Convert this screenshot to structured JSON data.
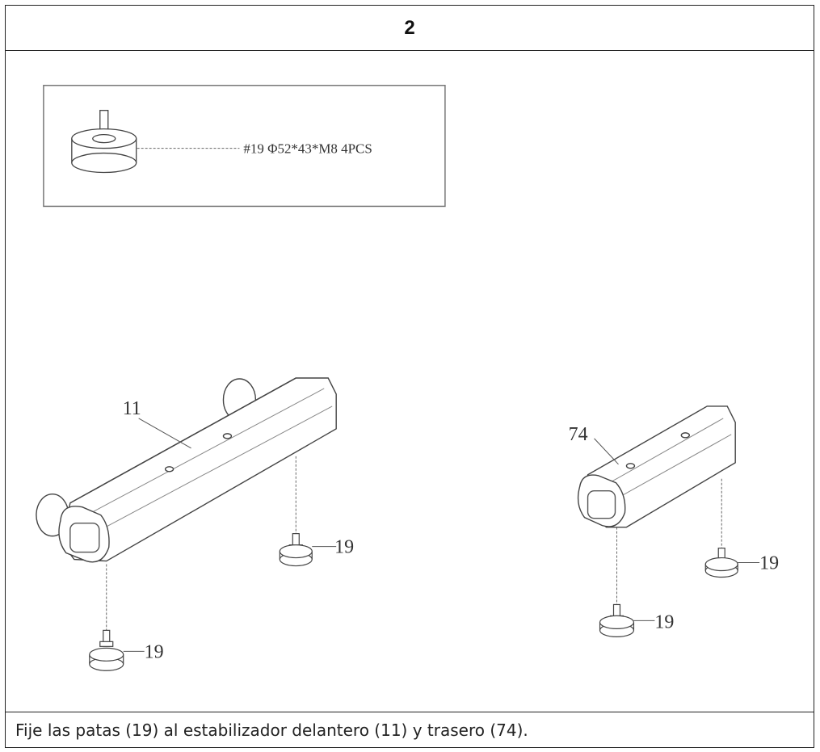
{
  "step": {
    "number": "2"
  },
  "inset": {
    "callout": "#19  Φ52*43*M8  4PCS"
  },
  "labels": {
    "front_stabilizer": "11",
    "rear_stabilizer": "74",
    "foot_a": "19",
    "foot_b": "19",
    "foot_c": "19",
    "foot_d": "19"
  },
  "instruction": "Fije las patas (19) al estabilizador delantero (11) y trasero (74)."
}
